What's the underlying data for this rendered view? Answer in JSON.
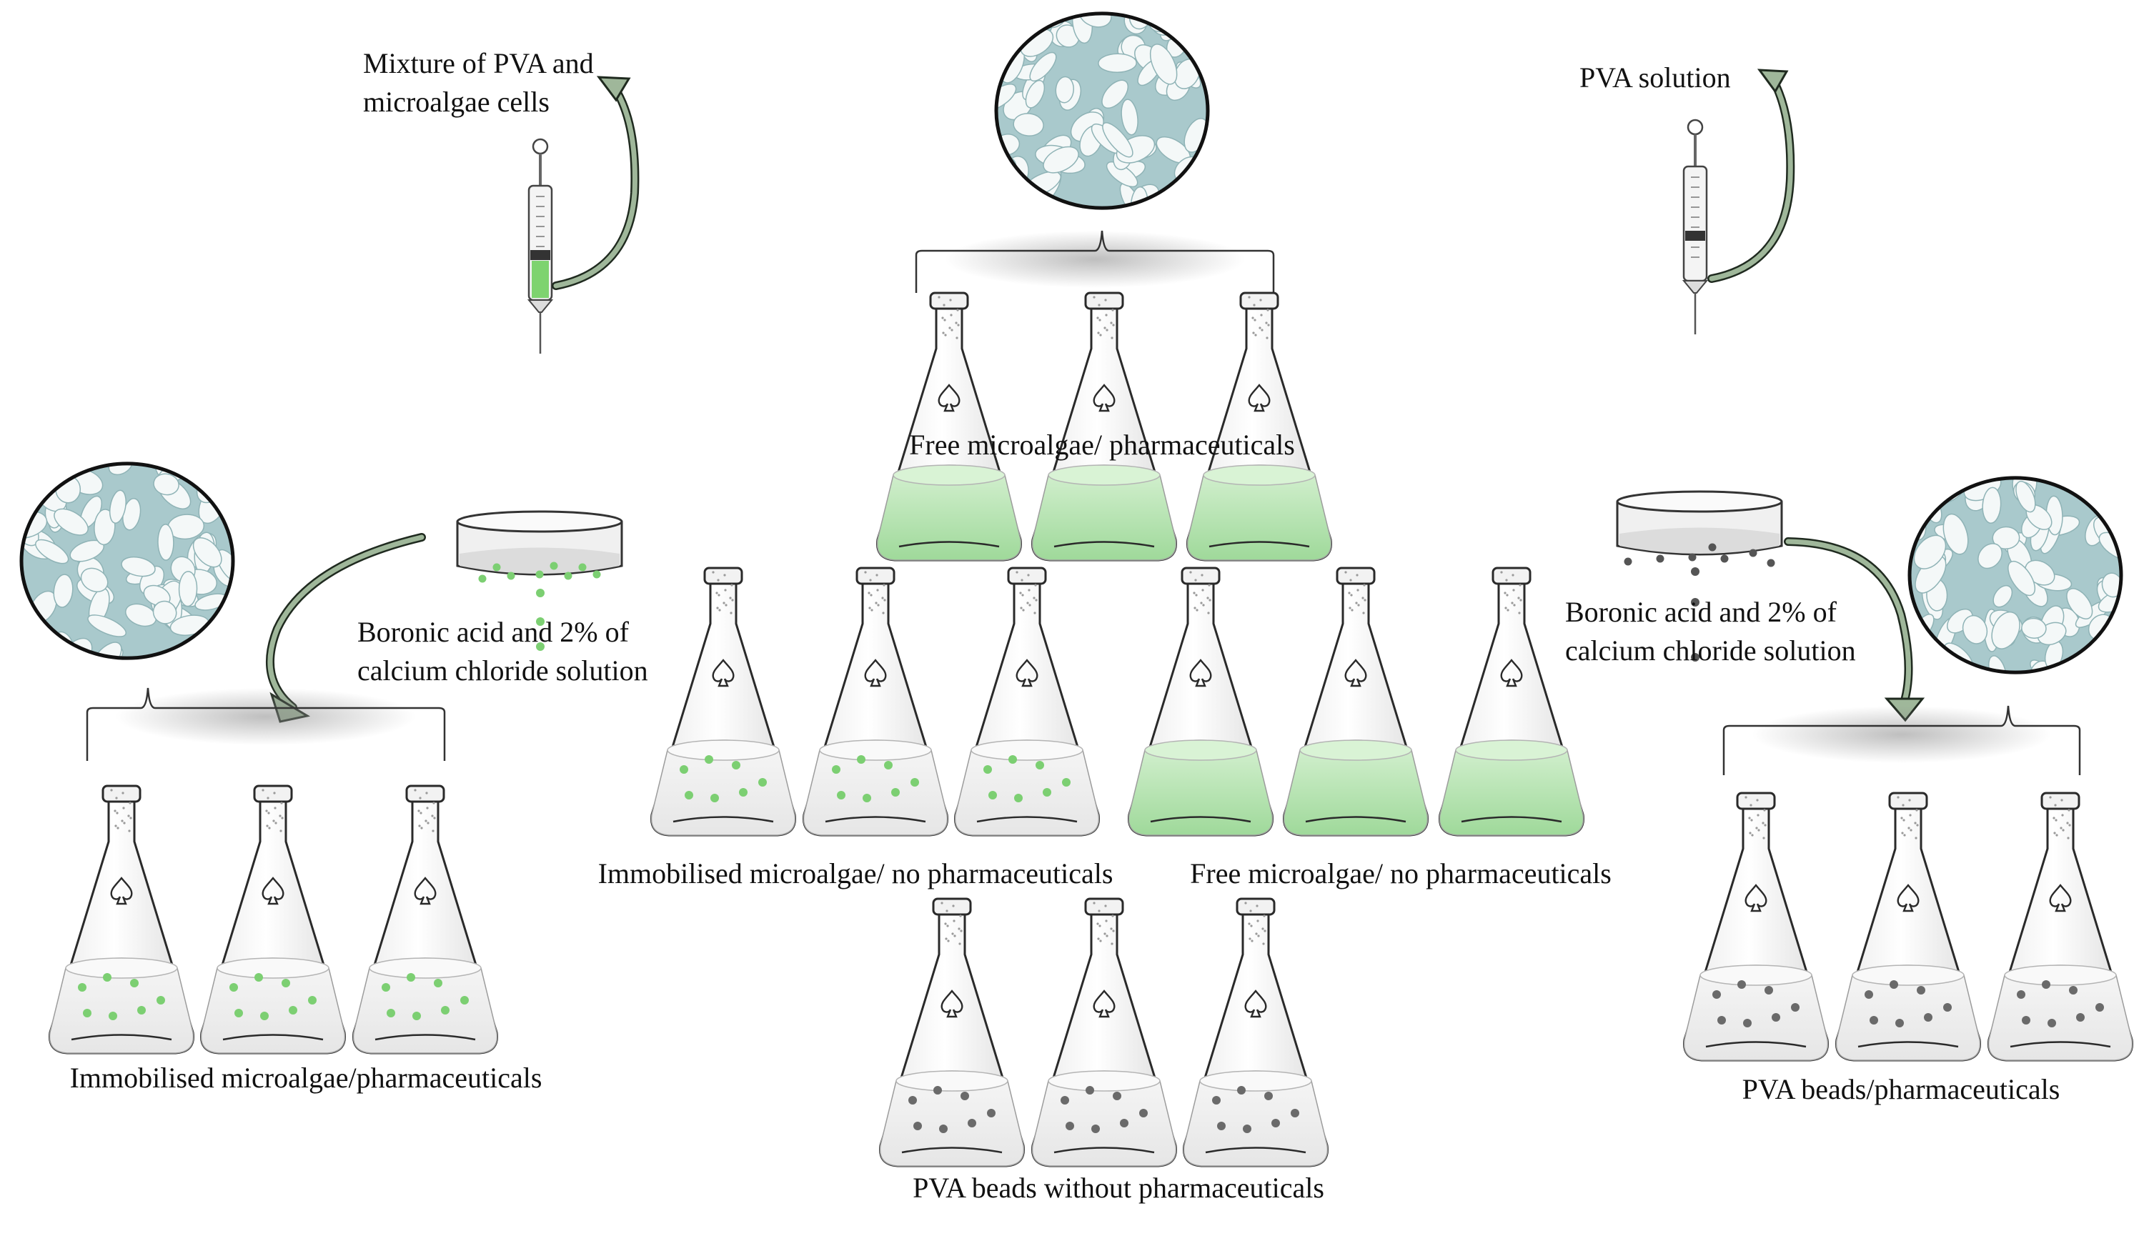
{
  "labels": {
    "mixture_line1": "Mixture of PVA and",
    "mixture_line2": "microalgae cells",
    "pva_solution": "PVA solution",
    "boronic_left_line1": "Boronic acid and 2% of",
    "boronic_left_line2": "calcium chloride solution",
    "boronic_right_line1": "Boronic acid and 2% of",
    "boronic_right_line2": "calcium chloride solution",
    "free_pharma": "Free microalgae/ pharmaceuticals",
    "immob_no_pharma": "Immobilised microalgae/ no pharmaceuticals",
    "free_no_pharma": "Free microalgae/ no pharmaceuticals",
    "immob_pharma": "Immobilised microalgae/pharmaceuticals",
    "pva_beads_pharma": "PVA beads/pharmaceuticals",
    "pva_beads_no_pharma": "PVA beads without  pharmaceuticals"
  },
  "colors": {
    "microalgae_green": "#7ccf72",
    "liquid_green": "#bfe8bb",
    "pva_bead_gray": "#6a6a6a",
    "arrow_fill": "#9fb79a",
    "arrow_stroke": "#1f2a1f",
    "pill_background": "#a9c9cc",
    "pill_white": "#f4f8f8",
    "outline": "#2a2a2a"
  },
  "icons": {
    "syringe": "syringe-icon",
    "petri_dish": "petri-dish-icon",
    "flask": "erlenmeyer-flask-icon",
    "pills": "pills-photo",
    "arrow": "curved-arrow-icon",
    "brace": "bracket-icon"
  }
}
